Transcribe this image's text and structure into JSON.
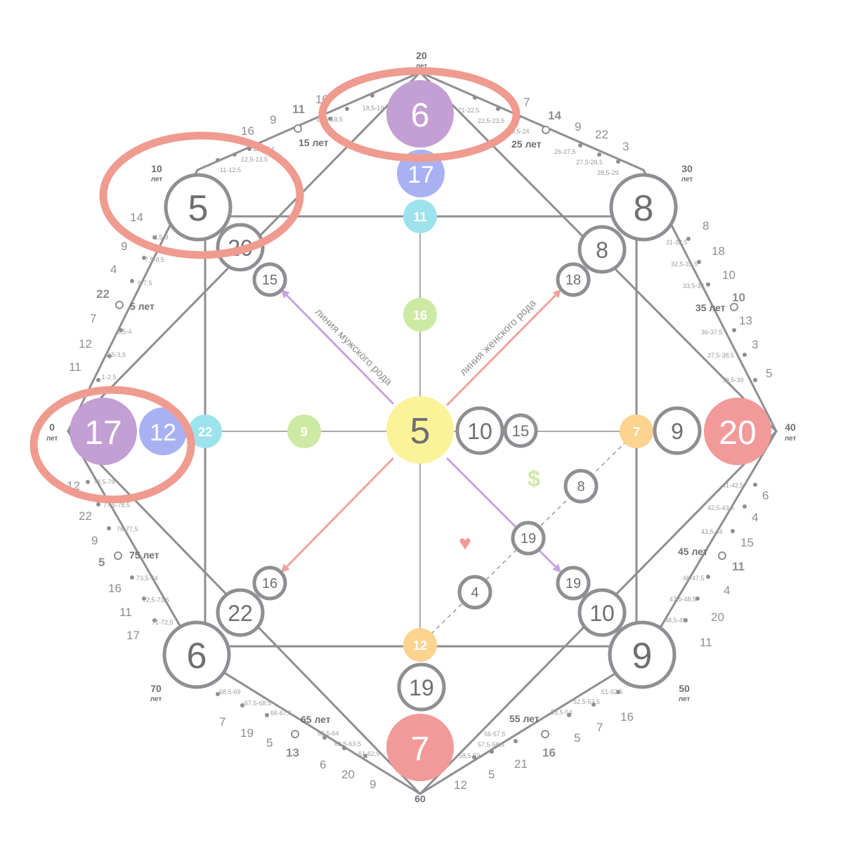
{
  "center": {
    "value": "5"
  },
  "colors": {
    "line": "#8e8e93",
    "purple": "#c39fd4",
    "blue": "#a8b2f3",
    "cyan": "#9de3ee",
    "green": "#cdeaa4",
    "yellow": "#fbf39a",
    "orange": "#fcd38f",
    "red": "#f29a9a",
    "highlight": "#ef9b8f",
    "circle_text": "#6e6e73",
    "male_line": "#c7a3e0",
    "female_line": "#f2a39a"
  },
  "outer_nodes": {
    "top": "6",
    "left": "17",
    "right": "20",
    "bottom": "7",
    "top_left": "5",
    "top_right": "8",
    "bottom_left": "6",
    "bottom_right": "9"
  },
  "secondary_nodes": {
    "top": "17",
    "left": "12",
    "top_left": "20",
    "top_right": "8",
    "bottom_left": "22",
    "bottom_right": "10",
    "bottom": "19",
    "right": "9"
  },
  "tertiary_nodes": {
    "top": "11",
    "left": "22",
    "right": "7",
    "bottom": "12",
    "top_left": "15",
    "top_right": "18",
    "bottom_left": "16",
    "bottom_right": "19"
  },
  "inner_nodes": {
    "top": "16",
    "left": "9",
    "right_a": "10",
    "right_b": "15",
    "diag_a": "8",
    "diag_b": "19",
    "diag_c": "4"
  },
  "symbols": {
    "dollar": "$",
    "heart": "♥"
  },
  "line_labels": {
    "male": "линия мужского рода",
    "female": "линия женского рода"
  },
  "age_labels": {
    "a0": "0",
    "a10": "10",
    "a20": "20",
    "a30": "30",
    "a40": "40",
    "a50": "50",
    "a60": "60",
    "a70": "70",
    "let": "лет",
    "l5": "5 лет",
    "l15": "15 лет",
    "l25": "25 лет",
    "l35": "35 лет",
    "l45": "45 лет",
    "l55": "55 лет",
    "l65": "65 лет",
    "l75": "75 лет"
  },
  "range_labels": {
    "r1": "1-2,5",
    "r2": "2,5-3,5",
    "r3": "3,5-4",
    "r4": "6-7,5",
    "r5": "7,5-8,5",
    "r6": "8,5-9",
    "r7": "11-12,5",
    "r8": "12,5-13,5",
    "r9": "13,5-14",
    "r10": "17,5-18,5",
    "r11": "18,5-19",
    "r12": "21-22,5",
    "r13": "22,5-23,5",
    "r14": "23,5-24",
    "r15": "26-27,5",
    "r16": "27,5-28,5",
    "r17": "28,5-29",
    "r18": "31-32,5",
    "r19": "32,5-33,5",
    "r20": "33,5-34",
    "r21": "36-37,5",
    "r22": "37,5-38,5",
    "r23": "38,5-39",
    "r24": "41-42,5",
    "r25": "42,5-43,5",
    "r26": "43,5-44",
    "r27": "46-47,5",
    "r28": "47,5-48,5",
    "r29": "48,5-49",
    "r30": "51-52,5",
    "r31": "52,5-53,5",
    "r32": "53,5-54",
    "r33": "56-57,5",
    "r34": "57,5-58,5",
    "r35": "58,5-59",
    "r36": "61-62,5",
    "r37": "62,5-63,5",
    "r38": "63,5-64",
    "r39": "66-67,5",
    "r40": "67,5-68,5",
    "r41": "68,5-69",
    "r42": "71-72,5",
    "r43": "72,5-73,5",
    "r44": "73,5-74",
    "r45": "76-77,5",
    "r46": "77,5-78,5",
    "r47": "78,5-79"
  },
  "side_numbers": {
    "n1": "11",
    "n2": "12",
    "n3": "7",
    "n4": "22",
    "n5": "4",
    "n6": "9",
    "n7": "14",
    "n8": "16",
    "n9": "9",
    "n10": "11",
    "n11": "10",
    "n12": "7",
    "n13": "14",
    "n14": "9",
    "n15": "22",
    "n16": "3",
    "n17": "8",
    "n18": "18",
    "n19": "10",
    "n20": "10",
    "n21": "13",
    "n22": "3",
    "n23": "5",
    "n24": "6",
    "n25": "4",
    "n26": "15",
    "n27": "11",
    "n28": "4",
    "n29": "20",
    "n30": "11",
    "n31": "16",
    "n32": "7",
    "n33": "5",
    "n34": "16",
    "n35": "21",
    "n36": "5",
    "n37": "12",
    "n38": "9",
    "n39": "20",
    "n40": "6",
    "n41": "13",
    "n42": "5",
    "n43": "19",
    "n44": "7",
    "n45": "17",
    "n46": "11",
    "n47": "16",
    "n48": "5",
    "n49": "9",
    "n50": "22",
    "n51": "12"
  }
}
